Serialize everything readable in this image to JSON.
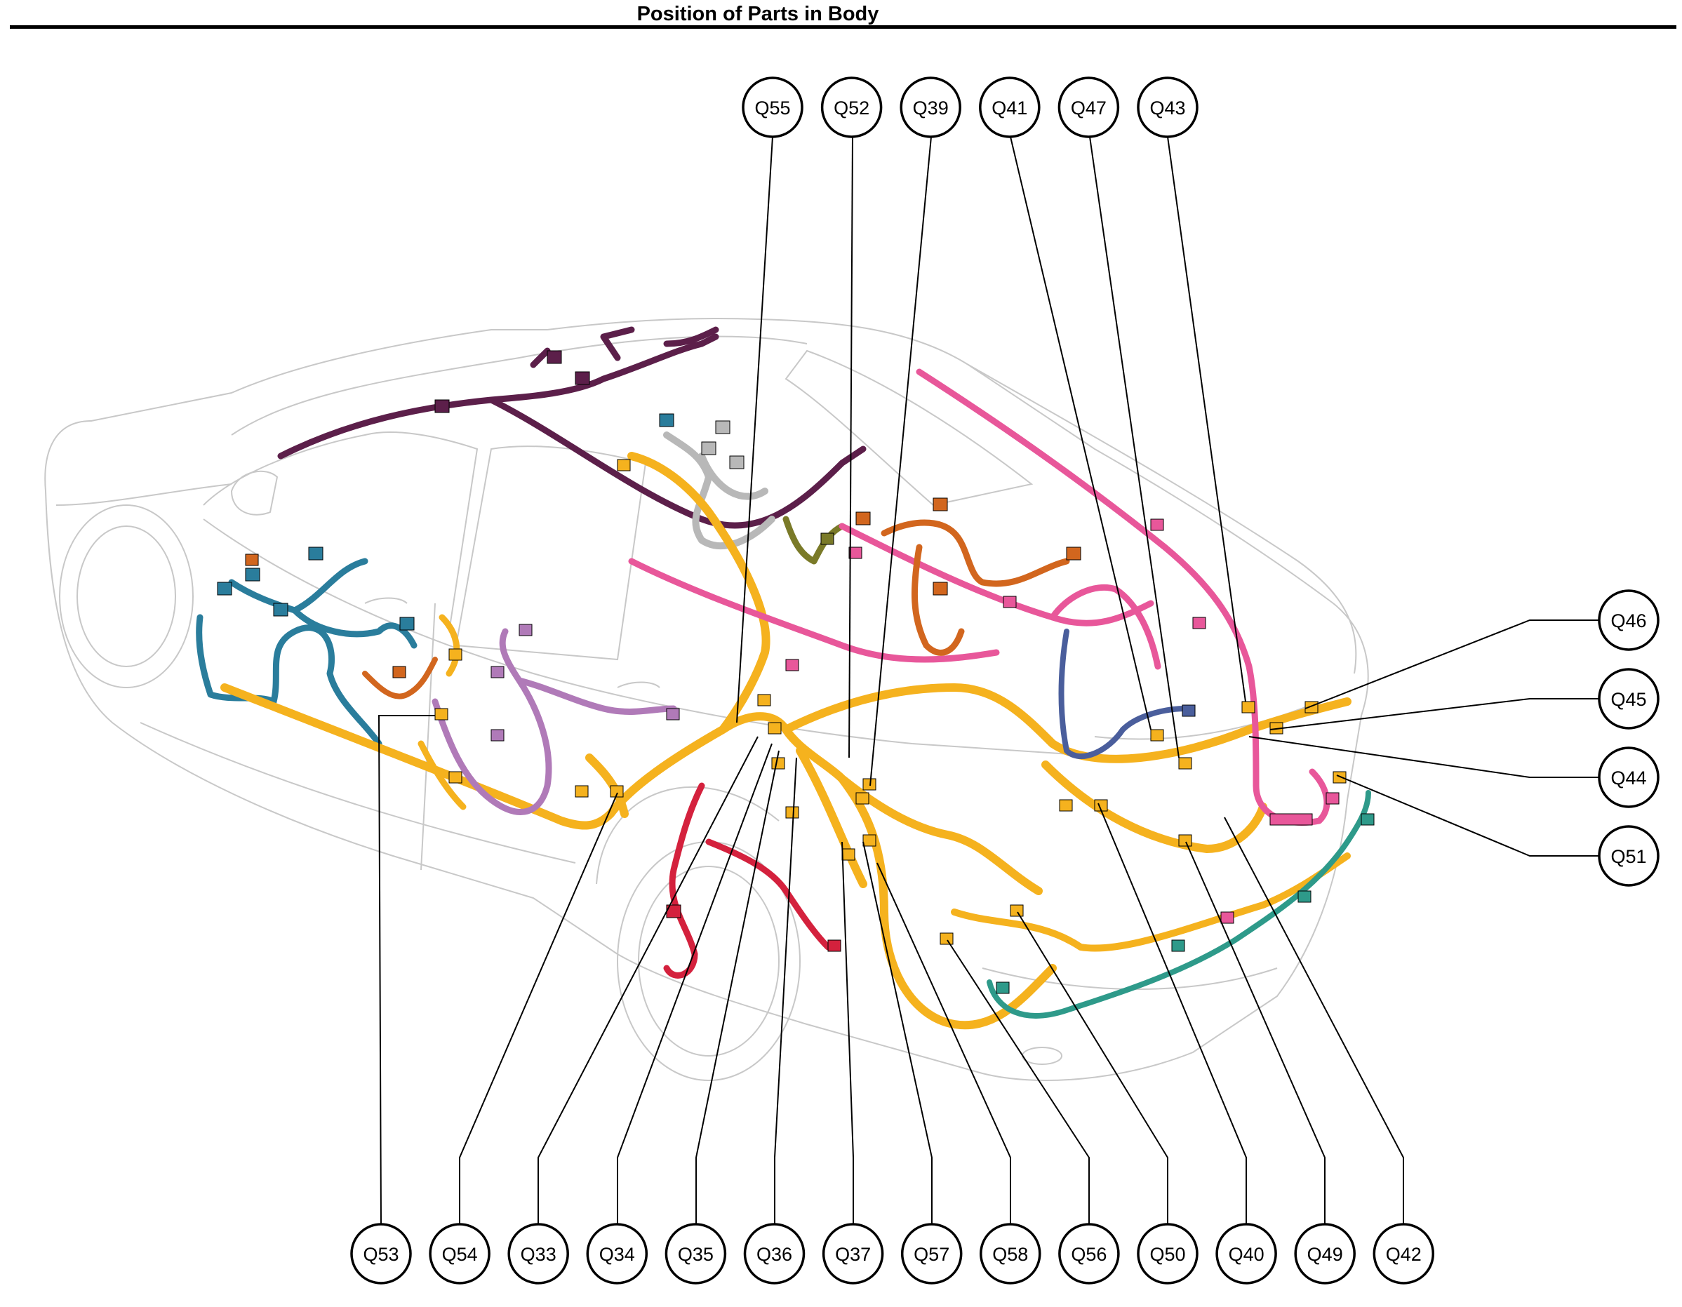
{
  "title": "Position of Parts in Body",
  "colors": {
    "yellow": "#f5b21e",
    "blue": "#2a7d9c",
    "pink": "#e8579a",
    "purple": "#b07ab8",
    "dark_purple": "#5c1f4a",
    "orange": "#d2661e",
    "red": "#d4213d",
    "teal": "#2e9a8a",
    "gray": "#b8b8b8",
    "olive": "#7a7a28",
    "navy": "#4a5e9c",
    "line": "#000000",
    "body_outline": "#c8c8c8"
  },
  "callouts_top": [
    "Q55",
    "Q52",
    "Q39",
    "Q41",
    "Q47",
    "Q43"
  ],
  "callouts_right": [
    "Q46",
    "Q45",
    "Q44",
    "Q51"
  ],
  "callouts_bottom": [
    "Q53",
    "Q54",
    "Q33",
    "Q34",
    "Q35",
    "Q36",
    "Q37",
    "Q57",
    "Q58",
    "Q56",
    "Q50",
    "Q40",
    "Q49",
    "Q42"
  ]
}
